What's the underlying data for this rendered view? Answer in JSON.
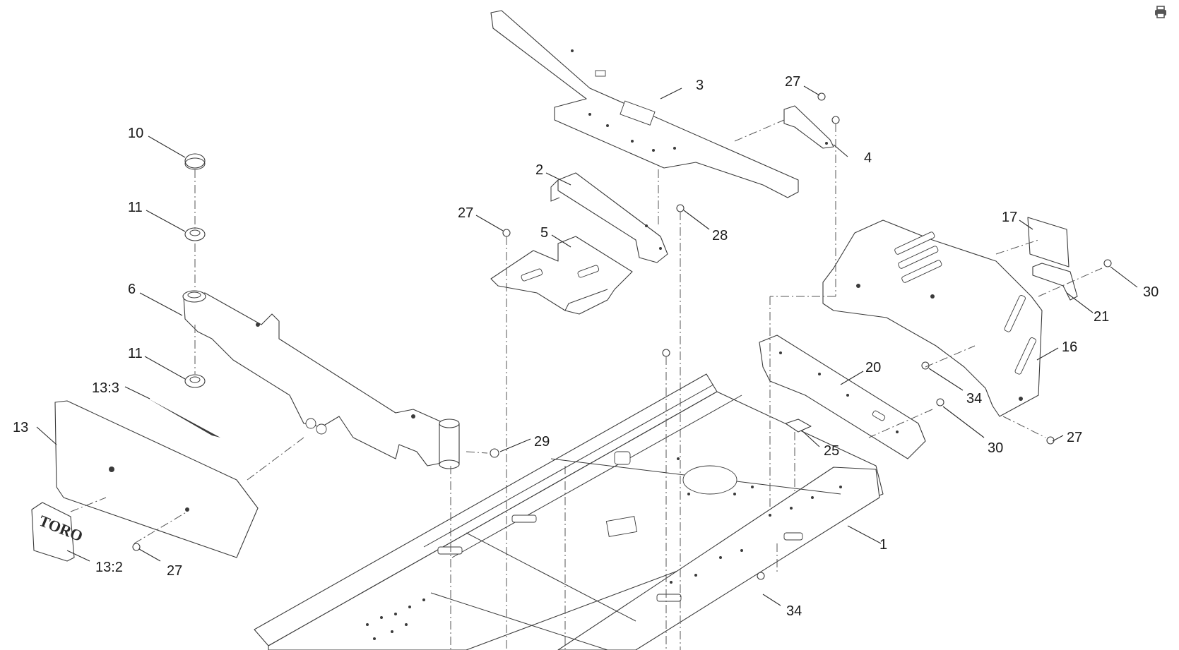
{
  "toolbar": {
    "print_icon": "print-icon"
  },
  "diagram": {
    "logo_text": "TORO",
    "callouts": {
      "c1": "1",
      "c2": "2",
      "c3": "3",
      "c4": "4",
      "c5": "5",
      "c6": "6",
      "c10": "10",
      "c11a": "11",
      "c11b": "11",
      "c13": "13",
      "c13_2": "13:2",
      "c13_3": "13:3",
      "c16": "16",
      "c17": "17",
      "c20": "20",
      "c21": "21",
      "c25": "25",
      "c27a": "27",
      "c27b": "27",
      "c27c": "27",
      "c27d": "27",
      "c28": "28",
      "c29": "29",
      "c30a": "30",
      "c30b": "30",
      "c34a": "34",
      "c34b": "34"
    }
  }
}
